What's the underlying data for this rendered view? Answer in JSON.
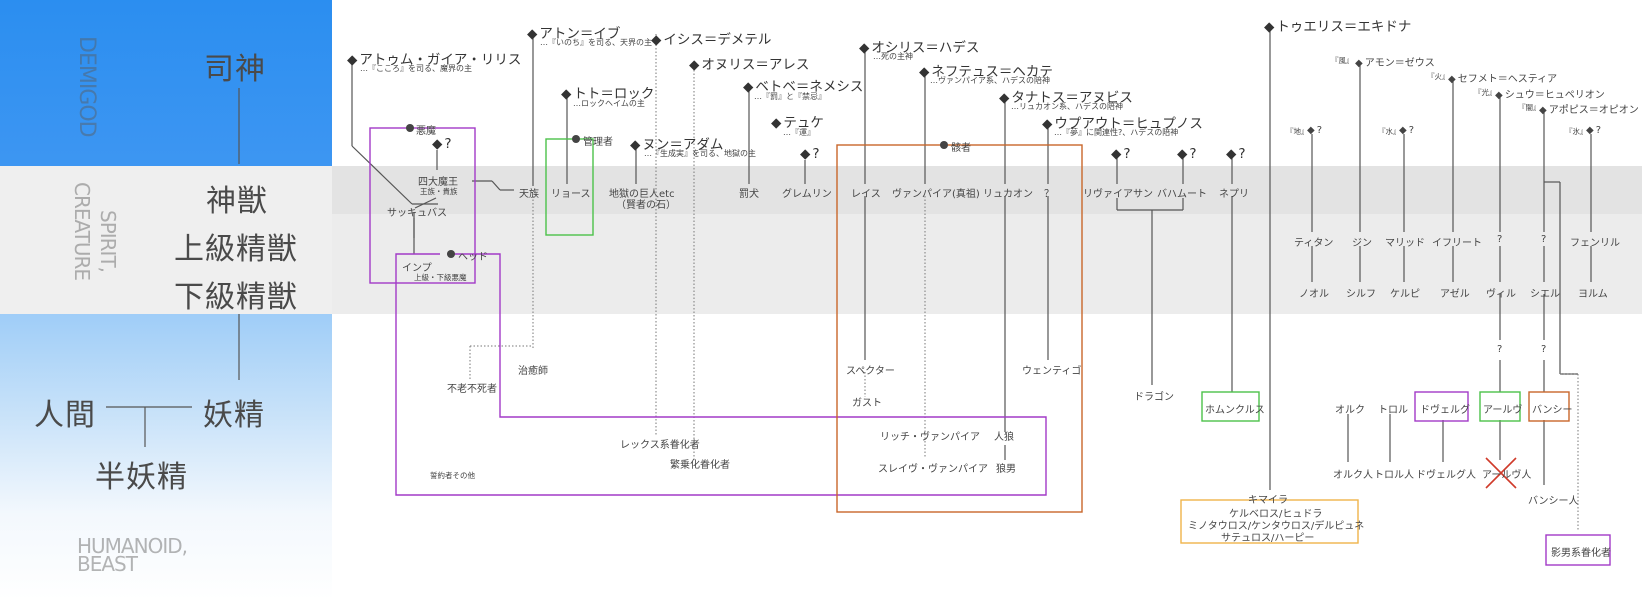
{
  "tiers": {
    "demigod": "DEMIGOD",
    "spirit_line1": "SPIRIT,",
    "spirit_line2": "CREATURE",
    "humanoid_line1": "HUMANOID,",
    "humanoid_line2": "BEAST"
  },
  "left": {
    "shishin": "司神",
    "shinju": "神獣",
    "joukyu": "上級精獣",
    "kakyu": "下級精獣",
    "ningen": "人間",
    "yousei": "妖精",
    "hanyousei": "半妖精"
  },
  "gods": {
    "atum": "アトゥム・ガイア・リリス",
    "atum_sub": "…『こころ』を司る、魔界の主",
    "aton": "アトン＝イブ",
    "aton_sub": "…『いのち』を司る、天界の主",
    "isis": "イシス＝デメテル",
    "onuris": "オヌリス＝アレス",
    "toto": "トト＝ロック",
    "toto_sub": "…ロックヘイムの主",
    "nun": "ヌン＝アダム",
    "nun_sub": "…『生成実』を司る、地獄の主",
    "betbe": "ベトベ＝ネメシス",
    "betbe_sub": "…『罰』と『禁忌』",
    "tyuke": "テュケ",
    "tyuke_sub": "…『運』",
    "osiris": "オシリス＝ハデス",
    "osiris_sub": "…死の主神",
    "nephthys": "ネフテュス＝ヘカテ",
    "nephthys_sub": "…ヴァンパイア系、ハデスの陪神",
    "thanatos": "タナトス＝アヌビス",
    "thanatos_sub": "…リュカオン系、ハデスの陪神",
    "upuaut": "ウプアウト＝ヒュプノス",
    "upuaut_sub": "…『夢』に関連性?、ハデスの陪神",
    "toueris": "トゥエリス＝エキドナ",
    "amon": "アモン＝ゼウス",
    "amon_tag": "『風』",
    "sekhmet": "セフメト＝ヘスティア",
    "sekhmet_tag": "『火』",
    "shu": "シュウ＝ヒュペリオン",
    "shu_tag": "『光』",
    "apophis": "アポピス＝オピオン",
    "apophis_tag": "『闇』",
    "earth_tag": "『地』",
    "water_tag": "『水』",
    "ice_tag": "『氷』",
    "q": "?"
  },
  "groups": {
    "akuma": "悪魔",
    "kanrisha": "管理者",
    "gaikotsu": "骸者",
    "head": "ヘッド"
  },
  "beasts": {
    "yondai": "四大魔王",
    "yondai_sub": "王族・貴族",
    "succubus": "サッキュバス",
    "imp": "インプ",
    "imp_sub": "上級・下級悪魔",
    "tenshi": "天族",
    "ryosu": "リョース",
    "jigoku": "地獄の巨人etc",
    "jigoku_sub": "（賢者の石）",
    "bakken": "罰犬",
    "gremlin": "グレムリン",
    "wraith": "レイス",
    "vampire": "ヴァンパイア(真祖)",
    "lycaon": "リュカオン",
    "qmark": "？",
    "leviathan": "リヴァイアサン",
    "bahamut": "バハムート",
    "nepuri": "ネプリ",
    "titan": "ティタン",
    "jin": "ジン",
    "marid": "マリッド",
    "ifrit": "イフリート",
    "fenrir": "フェンリル",
    "noru": "ノオル",
    "sylph": "シルフ",
    "kelpie": "ケルピ",
    "azel": "アゼル",
    "vil": "ヴィル",
    "shel": "シエル",
    "yolm": "ヨルム"
  },
  "humans": {
    "furou": "不老不死者",
    "chiyu": "治癒師",
    "spectre": "スペクター",
    "gust": "ガスト",
    "wentigo": "ウェンティゴ",
    "dragon": "ドラゴン",
    "homunculus": "ホムンクルス",
    "ork": "オルク",
    "troll": "トロル",
    "dwergu": "ドヴェルグ",
    "aarugu": "アールヴ",
    "banshee": "バンシー",
    "lich": "リッチ・ヴァンパイア",
    "jinrou": "人狼",
    "slave": "スレイヴ・ヴァンパイア",
    "rouo": "狼男",
    "lex": "レックス系眷化者",
    "hanjou": "繁乗化眷化者",
    "keiyaku": "誓約者その他",
    "ork_jin": "オルク人",
    "troll_jin": "トロル人",
    "dwergu_jin": "ドヴェルグ人",
    "aarugu_jin": "アールヴ人",
    "banshee_jin": "バンシー人",
    "kageo": "影男系眷化者",
    "chimera": "キマイラ",
    "chimera_1": "ケルベロス/ヒュドラ",
    "chimera_2": "ミノタウロス/ケンタウロス/デルピュネ",
    "chimera_3": "サテュロス/ハーピー",
    "q1": "?",
    "q2": "?"
  },
  "colors": {
    "purple": "#a23ac7",
    "green": "#4cc24a",
    "orange": "#c9662a",
    "amber": "#f0b44a",
    "line": "#555555"
  }
}
